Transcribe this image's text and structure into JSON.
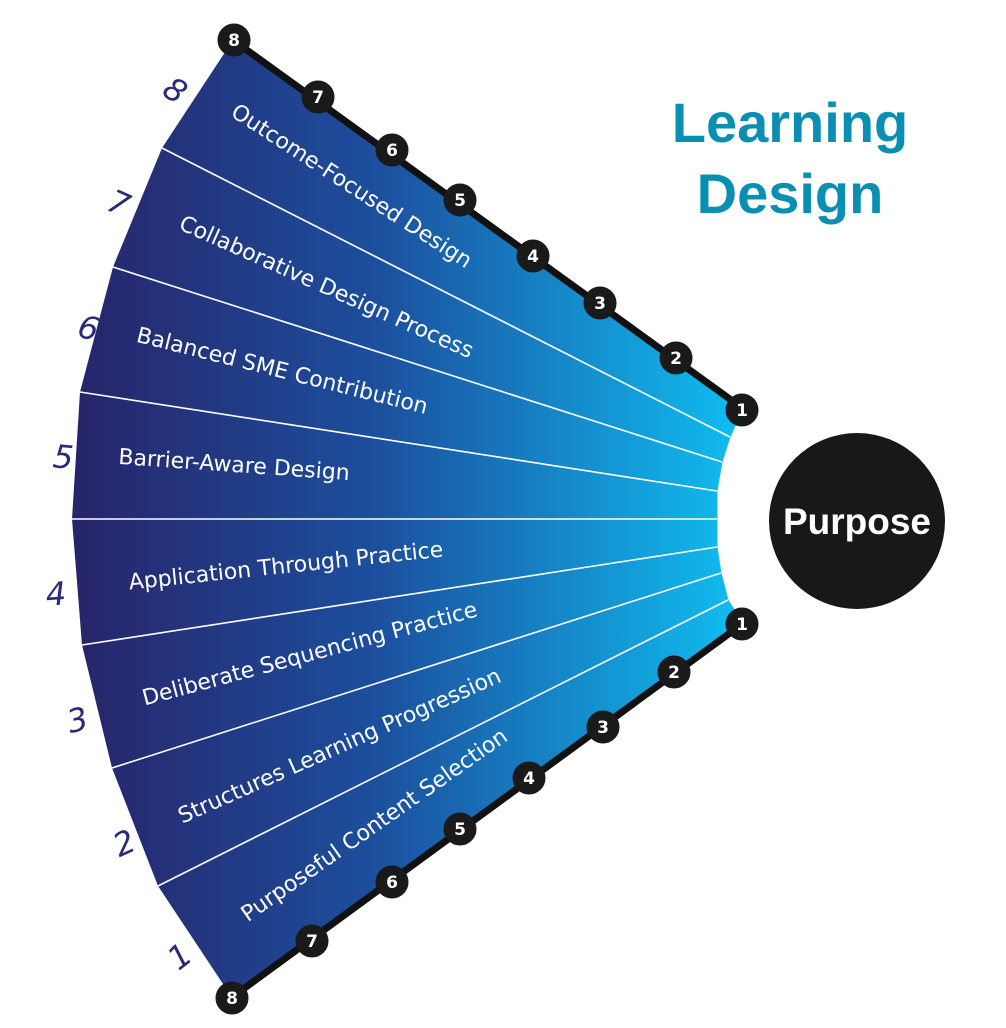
{
  "title": {
    "line1": "Learning",
    "line2": "Design",
    "color": "#0a8fb3"
  },
  "center": {
    "label": "Purpose",
    "fill": "#1a1718",
    "text_color": "#ffffff"
  },
  "segments": [
    {
      "number": "1",
      "label": "Purposeful Content Selection"
    },
    {
      "number": "2",
      "label": "Structures Learning Progression"
    },
    {
      "number": "3",
      "label": "Deliberate Sequencing Practice"
    },
    {
      "number": "4",
      "label": "Application Through Practice"
    },
    {
      "number": "5",
      "label": "Barrier-Aware Design"
    },
    {
      "number": "6",
      "label": "Balanced SME Contribution"
    },
    {
      "number": "7",
      "label": "Collaborative Design Process"
    },
    {
      "number": "8",
      "label": "Outcome-Focused Design"
    }
  ],
  "scale_markers": [
    "1",
    "2",
    "3",
    "4",
    "5",
    "6",
    "7",
    "8"
  ],
  "colors": {
    "outer_blue": "#27256a",
    "inner_blue": "#0fbdf0",
    "segment_number": "#2a2a7a",
    "divider": "#ffffff",
    "edge": "#111111",
    "marker_fill": "#1a1a1a",
    "marker_text": "#ffffff",
    "label_text": "#ffffff"
  }
}
